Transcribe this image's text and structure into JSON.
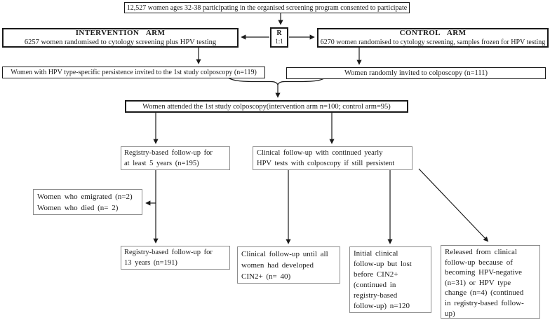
{
  "diagram": {
    "top": "12,527 women ages 32-38 participating in the organised screening program consented to participate",
    "randomization": {
      "letter": "R",
      "ratio": "1:1"
    },
    "intervention_arm": {
      "title": "INTERVENTION ARM",
      "subtitle": "6257 women randomised to cytology screening plus HPV testing"
    },
    "control_arm": {
      "title": "CONTROL ARM",
      "subtitle": "6270 women randomised to cytology screening, samples frozen for HPV testing"
    },
    "hpv_persistence": "Women with HPV type-specific persistence invited to the 1st study colposcopy (n=119)",
    "randomly_invited": "Women randomly invited to colposcopy (n=111)",
    "attended": "Women attended the 1st study colposcopy(intervention arm n=100; control arm=95)",
    "registry_5y": "Registry-based follow-up for\nat least 5 years (n=195)",
    "clinical_followup": "Clinical follow-up with continued yearly\nHPV tests with colposcopy if still persistent",
    "emigrated_died": "Women who emigrated (n=2)\nWomen who died (n= 2)",
    "registry_13y": "Registry-based follow-up for\n13 years (n=191)",
    "cin2_followup": "Clinical follow-up until all\nwomen had developed\nCIN2+ (n= 40)",
    "initial_clinical": "Initial clinical\nfollow-up but lost\nbefore CIN2+\n(continued in\nregistry-based\nfollow-up) n=120",
    "released": "Released from clinical\nfollow-up because of\nbecoming HPV-negative\n(n=31) or HPV type\nchange (n=4) (continued\nin registry-based follow-\nup)"
  },
  "colors": {
    "line": "#1a1a1a",
    "border_dark": "#1a1a1a",
    "border_gray": "#8c8c8c",
    "background": "#ffffff"
  }
}
